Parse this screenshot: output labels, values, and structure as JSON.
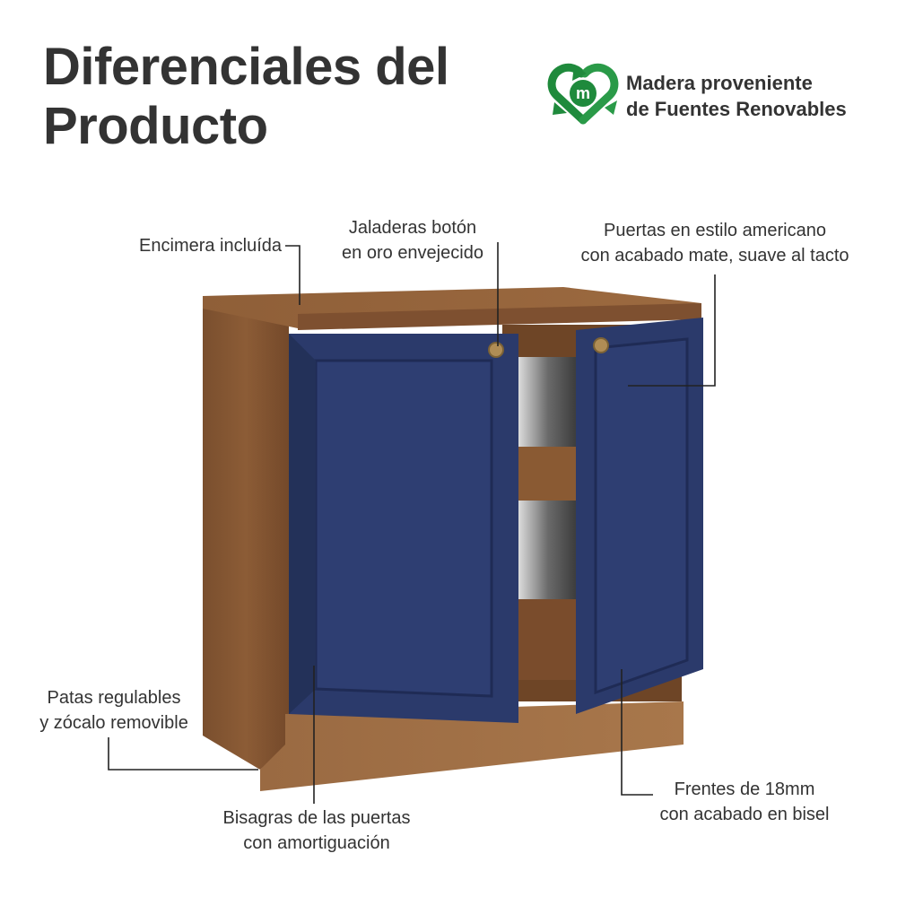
{
  "title": {
    "line1": "Diferenciales del",
    "line2": "Producto"
  },
  "badge": {
    "icon": "recycle-m-icon",
    "line1": "Madera proveniente",
    "line2": "de Fuentes Renovables",
    "logo_letter": "m",
    "color": "#1f8a3c"
  },
  "callouts": {
    "encimera": {
      "line1": "Encimera incluída"
    },
    "jaladeras": {
      "line1": "Jaladeras botón",
      "line2": "en oro envejecido"
    },
    "puertas": {
      "line1": "Puertas en estilo americano",
      "line2": "con acabado mate, suave al tacto"
    },
    "patas": {
      "line1": "Patas regulables",
      "line2": "y zócalo removible"
    },
    "bisagras": {
      "line1": "Bisagras de las puertas",
      "line2": "con amortiguación"
    },
    "frentes": {
      "line1": "Frentes de 18mm",
      "line2": "con acabado en bisel"
    }
  },
  "colors": {
    "door": "#2b3a6b",
    "wood": "#8a5a33",
    "knob": "#b08d55"
  }
}
